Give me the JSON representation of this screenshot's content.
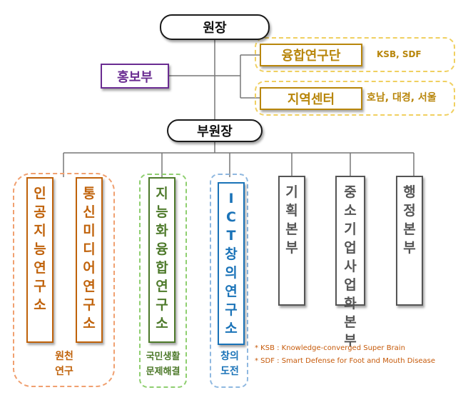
{
  "colors": {
    "orange": "#c0620a",
    "green": "#4e7a2b",
    "blue": "#1a73b8",
    "gray": "#555555",
    "gold": "#b8860b",
    "purple": "#6a2c91"
  },
  "director": "원장",
  "vice_director": "부원장",
  "pr": "홍보부",
  "convergence": {
    "name": "융합연구단",
    "note": "KSB, SDF"
  },
  "regional": {
    "name": "지역센터",
    "note": "호남, 대경, 서울"
  },
  "institutes": [
    {
      "chars": [
        "인",
        "공",
        "지",
        "능",
        "연",
        "구",
        "소"
      ]
    },
    {
      "chars": [
        "통",
        "신",
        "미",
        "디",
        "어",
        "연",
        "구",
        "소"
      ]
    },
    {
      "chars": [
        "지",
        "능",
        "화",
        "융",
        "합",
        "연",
        "구",
        "소"
      ]
    },
    {
      "chars": [
        "I",
        "C",
        "T",
        "창",
        "의",
        "연",
        "구",
        "소"
      ]
    },
    {
      "chars": [
        "기",
        "획",
        "본",
        "부"
      ]
    },
    {
      "chars": [
        "중",
        "소",
        "기",
        "업",
        "사",
        "업",
        "화",
        "본",
        "부"
      ]
    },
    {
      "chars": [
        "행",
        "정",
        "본",
        "부"
      ]
    }
  ],
  "groups": {
    "orange": [
      "원천",
      "연구"
    ],
    "green": [
      "국민생활",
      "문제해결"
    ],
    "blue": [
      "창의",
      "도전"
    ]
  },
  "notes": [
    "* KSB : Knowledge-converged Super Brain",
    "* SDF : Smart Defense for Foot and Mouth Disease"
  ]
}
